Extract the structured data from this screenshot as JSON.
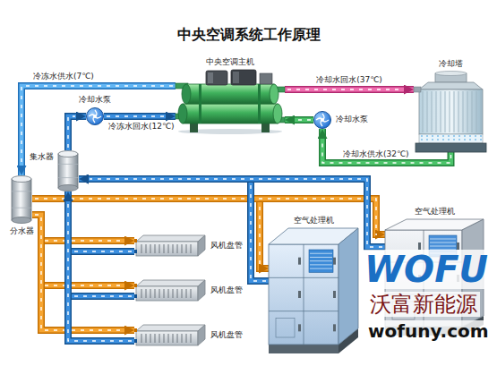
{
  "diagram": {
    "title": "中央空调系统工作原理",
    "nodes": [
      {
        "text": [
          "中央空调主机"
        ]
      },
      {
        "text": [
          "冷却塔"
        ]
      },
      {
        "text": [
          "冷却水泵"
        ]
      },
      {
        "text": [
          "冷却水泵"
        ]
      },
      {
        "text": [
          "集水器"
        ]
      },
      {
        "text": [
          "分水器"
        ]
      },
      {
        "text": [
          "风机盘管"
        ]
      },
      {
        "text": [
          "风机盘管"
        ]
      },
      {
        "text": [
          "风机盘管"
        ]
      },
      {
        "text": [
          "空气处理机"
        ]
      },
      {
        "text": [
          "空气处理机"
        ]
      }
    ],
    "edges": [
      {
        "from": 0,
        "to": 5,
        "arrow": "to",
        "label": "冷冻水供水(7℃)"
      },
      {
        "from": 4,
        "to": 2,
        "arrow": "to"
      },
      {
        "from": 2,
        "to": 0,
        "arrow": "to",
        "label": "冷冻水回水(12℃)"
      },
      {
        "from": 0,
        "to": 1,
        "arrow": "to",
        "label": "冷却水回水(37℃)"
      },
      {
        "from": 1,
        "to": 3,
        "arrow": "to",
        "label": "冷却水供水(32℃)"
      },
      {
        "from": 3,
        "to": 0,
        "arrow": "to"
      },
      {
        "from": 5,
        "to": 6,
        "arrow": "to"
      },
      {
        "from": 5,
        "to": 7,
        "arrow": "to"
      },
      {
        "from": 5,
        "to": 8,
        "arrow": "to"
      },
      {
        "from": 5,
        "to": 9,
        "arrow": "to"
      },
      {
        "from": 5,
        "to": 10,
        "arrow": "to"
      },
      {
        "from": 6,
        "to": 4,
        "arrow": "to"
      },
      {
        "from": 7,
        "to": 4,
        "arrow": "to"
      },
      {
        "from": 8,
        "to": 4,
        "arrow": "to"
      },
      {
        "from": 9,
        "to": 4,
        "arrow": "to"
      },
      {
        "from": 10,
        "to": 4,
        "arrow": "to"
      }
    ],
    "labels": [
      "WOFU",
      "沃富新能源",
      "wofuny.com"
    ]
  }
}
